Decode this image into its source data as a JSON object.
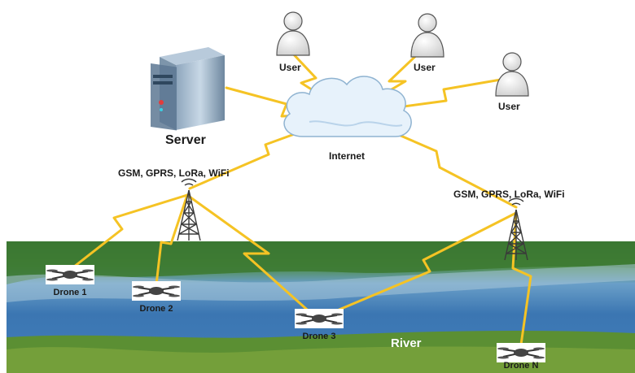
{
  "labels": {
    "users": [
      "User",
      "User",
      "User"
    ],
    "server": "Server",
    "internet": "Internet",
    "tech_left": "GSM, GPRS, LoRa, WiFi",
    "tech_right": "GSM, GPRS, LoRa, WiFi",
    "drones": [
      "Drone 1",
      "Drone 2",
      "Drone 3",
      "Drone N"
    ],
    "river": "River"
  },
  "icons": {
    "user": "user-icon",
    "server": "server-icon",
    "cloud": "cloud-icon",
    "tower": "cell-tower-icon",
    "drone": "drone-icon"
  },
  "colors": {
    "link": "#f5c324",
    "link_stroke": "#d79a12",
    "cloud_fill": "#e7f2fb",
    "cloud_stroke": "#8fb3d1",
    "river": "#3f79b4",
    "vegetation": "#3f7a3a"
  }
}
